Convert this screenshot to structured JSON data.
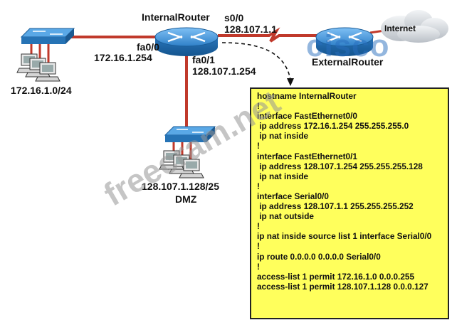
{
  "diagram": {
    "colors": {
      "link": "#c0392b",
      "router": "#1f6fb5",
      "router_top": "#4a9be0",
      "switch": "#2d86c9",
      "config_bg": "#ffff5c",
      "cloud": "#d9dde2"
    },
    "internal_router": {
      "name": "InternalRouter",
      "fa0_0_label": "fa0/0",
      "fa0_0_ip": "172.16.1.254",
      "fa0_1_label": "fa0/1",
      "fa0_1_ip": "128.107.1.254",
      "s0_0_label": "s0/0",
      "s0_0_ip": "128.107.1.1"
    },
    "external_router": {
      "name": "ExternalRouter"
    },
    "internet": {
      "label": "Internet"
    },
    "lan": {
      "network": "172.16.1.0/24"
    },
    "dmz": {
      "network": "128.107.1.128/25",
      "label": "DMZ"
    },
    "config_lines": [
      "hostname InternalRouter",
      "!",
      "interface FastEthernet0/0",
      " ip address 172.16.1.254 255.255.255.0",
      " ip nat inside",
      "!",
      "interface FastEthernet0/1",
      " ip address 128.107.1.254 255.255.255.128",
      " ip nat inside",
      "!",
      "interface Serial0/0",
      " ip address 128.107.1.1 255.255.255.252",
      " ip nat outside",
      "!",
      "ip nat inside source list 1 interface Serial0/0",
      "!",
      "ip route 0.0.0.0 0.0.0.0 Serial0/0",
      "!",
      "access-list 1 permit 172.16.1.0 0.0.0.255",
      "access-list 1 permit 128.107.1.128 0.0.0.127"
    ],
    "watermark": "freecram.net",
    "logo": "cisco"
  }
}
